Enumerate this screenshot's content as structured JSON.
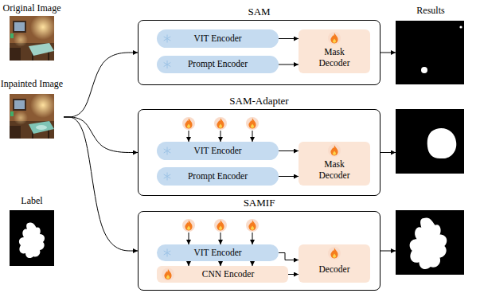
{
  "diagram": {
    "nodes": [
      {
        "text": [
          "Original Image"
        ]
      },
      {
        "text": [
          "Inpainted Image"
        ]
      },
      {
        "text": [
          "Label"
        ]
      },
      {
        "text": [
          "SAM"
        ]
      },
      {
        "text": [
          "VIT Encoder"
        ],
        "in": 3
      },
      {
        "text": [
          "Prompt Encoder"
        ],
        "in": 3
      },
      {
        "text": [
          "Mask Decoder"
        ],
        "in": 3
      },
      {
        "text": [
          "SAM-Adapter"
        ]
      },
      {
        "text": [
          "VIT Encoder"
        ],
        "in": 7
      },
      {
        "text": [
          "Prompt Encoder"
        ],
        "in": 7
      },
      {
        "text": [
          "Mask Decoder"
        ],
        "in": 7
      },
      {
        "text": [
          "SAMIF"
        ]
      },
      {
        "text": [
          "VIT Encoder"
        ],
        "in": 11
      },
      {
        "text": [
          "CNN Encoder"
        ],
        "in": 11
      },
      {
        "text": [
          "Decoder"
        ],
        "in": 11
      },
      {
        "text": [
          "Results"
        ]
      }
    ],
    "edges": [
      {
        "from": 1,
        "to": 3,
        "arrow": "to"
      },
      {
        "from": 1,
        "to": 7,
        "arrow": "to"
      },
      {
        "from": 1,
        "to": 11,
        "arrow": "to"
      },
      {
        "from": 4,
        "to": 6,
        "arrow": "to"
      },
      {
        "from": 5,
        "to": 6,
        "arrow": "to"
      },
      {
        "from": 8,
        "to": 10,
        "arrow": "to"
      },
      {
        "from": 9,
        "to": 10,
        "arrow": "to"
      },
      {
        "from": 12,
        "to": 13,
        "arrow": "to"
      },
      {
        "from": 12,
        "to": 13,
        "arrow": "to"
      },
      {
        "from": 12,
        "to": 13,
        "arrow": "to"
      },
      {
        "from": 12,
        "to": 14,
        "arrow": "to"
      },
      {
        "from": 13,
        "to": 14,
        "arrow": "to"
      },
      {
        "from": 3,
        "to": 15,
        "arrow": "to"
      },
      {
        "from": 7,
        "to": 15,
        "arrow": "to"
      },
      {
        "from": 11,
        "to": 15,
        "arrow": "to"
      }
    ]
  }
}
